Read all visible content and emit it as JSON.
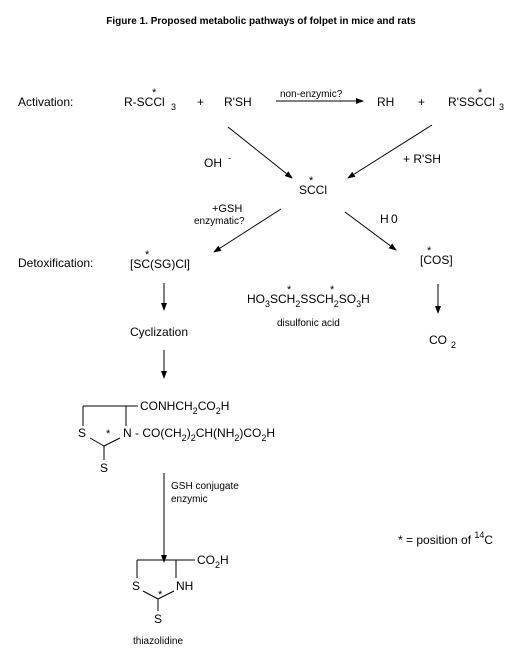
{
  "title": "Figure 1.  Proposed metabolic pathways of folpet in mice and rats",
  "row_labels": {
    "activation": "Activation:",
    "detoxification": "Detoxification:"
  },
  "activation": {
    "reactant1": {
      "main": "R-SCCl",
      "sub": "3",
      "star": "*"
    },
    "plus1": "+",
    "reactant2": "R'SH",
    "arrow_label": "non-enzymic?",
    "product1": "RH",
    "plus2": "+",
    "product2": {
      "main": "R'SSCCl",
      "sub": "3",
      "star": "*"
    }
  },
  "intermediate": {
    "oh_label": "OH",
    "oh_charge": "-",
    "plus_rsh": "+ R'SH",
    "main": "SCCl",
    "star": "*"
  },
  "left_branch": {
    "arrow_label_1": "+GSH",
    "arrow_label_2": "enzymatic?",
    "product": "[SC(SG)Cl]",
    "star": "*",
    "cyclization": "Cyclization"
  },
  "right_branch": {
    "arrow_label_prefix": "H",
    "arrow_label_suffix": "0",
    "product": "[COS]",
    "star": "*",
    "end_main": "CO",
    "end_sub": "2"
  },
  "disulfonic": {
    "formula": "HO3SCH2SSCH2SO3H",
    "name": "disulfonic acid",
    "star": "*"
  },
  "conjugate": {
    "chain_top": "CONHCH2CO2H",
    "chain_bottom": "N - CO(CH2)2CH(NH2)CO2H",
    "ring_s_left": "S",
    "ring_s_bottom": "S",
    "star": "*",
    "arrow_label_1": "GSH conjugate",
    "arrow_label_2": "enzymic"
  },
  "thiazolidine": {
    "chain": "CO2H",
    "nh": "NH",
    "ring_s_left": "S",
    "ring_s_bottom": "S",
    "star": "*",
    "name": "thiazolidine"
  },
  "footnote": {
    "text": "* = position of ",
    "isotope_sup": "14",
    "element": "C"
  }
}
